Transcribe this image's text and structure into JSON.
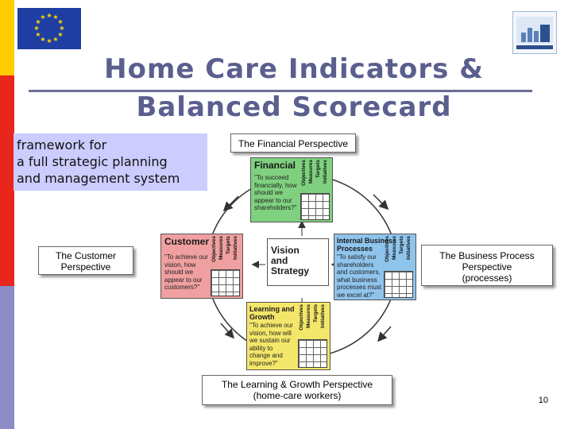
{
  "header": {
    "title_line1": "Home Care Indicators  &",
    "title_line2": "Balanced Scorecard"
  },
  "framework_box": {
    "text_line1": "framework for",
    "text_line2": "a full strategic planning",
    "text_line3": "and management system"
  },
  "labels": {
    "financial": "The Financial Perspective",
    "customer_line1": "The Customer",
    "customer_line2": "Perspective",
    "business_line1": "The Business Process",
    "business_line2": "Perspective",
    "business_line3": "(processes)",
    "learning_line1": "The Learning & Growth Perspective",
    "learning_line2": "(home-care workers)"
  },
  "diagram": {
    "center_line1": "Vision",
    "center_line2": "and",
    "center_line3": "Strategy",
    "column_headers": [
      "Objectives",
      "Measures",
      "Targets",
      "Initiatives"
    ],
    "financial": {
      "title": "Financial",
      "quote": [
        "\"To succeed",
        "financially, how",
        "should we",
        "appear to our",
        "shareholders?\""
      ]
    },
    "customer": {
      "title": "Customer",
      "quote": [
        "\"To achieve our",
        "vision, how",
        "should we",
        "appear to our",
        "customers?\""
      ]
    },
    "internal": {
      "title_line1": "Internal Business",
      "title_line2": "Processes",
      "quote": [
        "\"To satisfy our",
        "shareholders",
        "and customers,",
        "what business",
        "processes must",
        "we excel at?\""
      ]
    },
    "learning": {
      "title_line1": "Learning and",
      "title_line2": "Growth",
      "quote": [
        "\"To achieve our",
        "vision, how will",
        "we sustain our",
        "ability to",
        "change and",
        "improve?\""
      ]
    }
  },
  "footer": {
    "page_number": "10"
  },
  "colors": {
    "title": "#5b5f8e",
    "framework_bg": "#ccccff",
    "financial_bg": "#7fd17f",
    "customer_bg": "#f0a0a0",
    "internal_bg": "#8fc4ec",
    "learning_bg": "#f4e66a",
    "sidebar_yellow": "#ffcc00",
    "sidebar_red": "#e8261c",
    "sidebar_blue": "#8c8cc8"
  }
}
